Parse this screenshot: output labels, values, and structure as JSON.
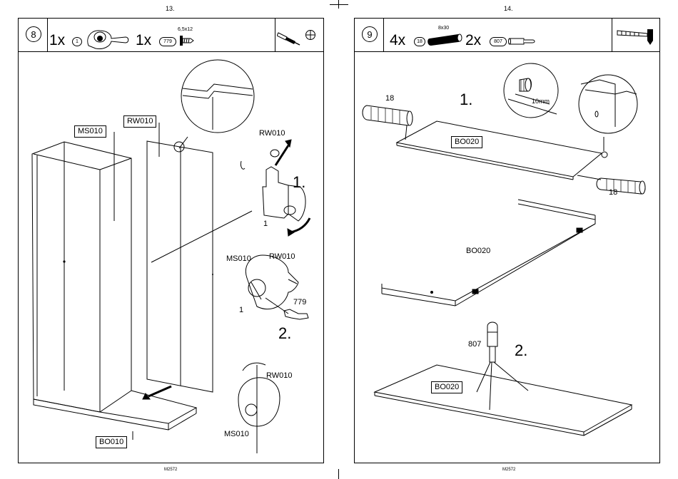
{
  "left_page": {
    "page_number": "13.",
    "step_number": "8",
    "parts": [
      {
        "qty": "1x",
        "part_id": "1"
      },
      {
        "qty": "1x",
        "part_id": "779",
        "size": "6,5x12"
      }
    ],
    "tools": [
      "screwdriver-icon",
      "phillips-head-icon"
    ],
    "labels": {
      "ms010_main": "MS010",
      "rw010_main": "RW010",
      "bo010": "BO010",
      "rw010_a": "RW010",
      "part1_a": "1",
      "substep1": "1.",
      "ms010_b": "MS010",
      "rw010_b": "RW010",
      "screw_779": "779",
      "part1_b": "1",
      "substep2": "2.",
      "rw010_c": "RW010",
      "ms010_c": "MS010"
    },
    "footer_code": "M2572"
  },
  "right_page": {
    "page_number": "14.",
    "step_number": "9",
    "parts": [
      {
        "qty": "4x",
        "part_id": "18",
        "size": "8x30"
      },
      {
        "qty": "2x",
        "part_id": "807"
      }
    ],
    "tools": [
      "hammer-icon"
    ],
    "labels": {
      "dowel_18_a": "18",
      "substep1": "1.",
      "dim_10mm": "10mm",
      "bo020_a": "BO020",
      "dowel_18_b": "18",
      "bo020_b": "BO020",
      "pin_807": "807",
      "substep2": "2.",
      "bo020_c": "BO020"
    },
    "footer_code": "M2572"
  }
}
